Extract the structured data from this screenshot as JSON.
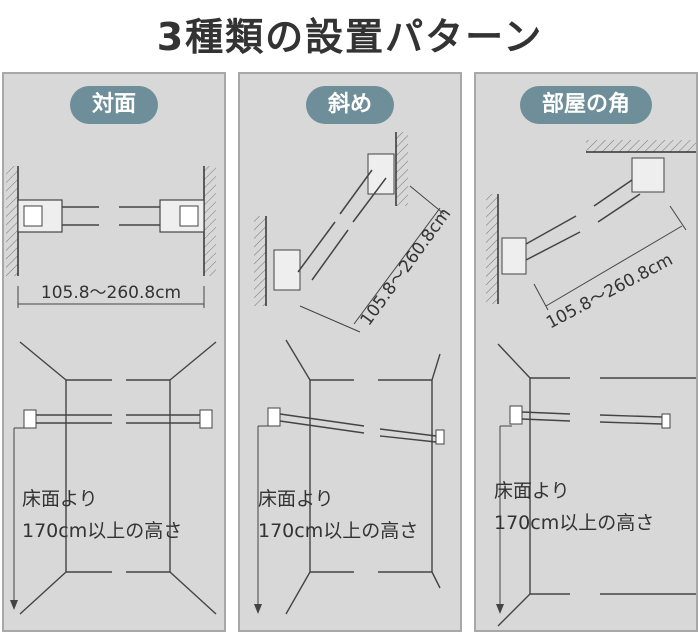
{
  "title": "3種類の設置パターン",
  "panels": [
    {
      "label": "対面",
      "dimension": "105.8～260.8cm",
      "note_line1": "床面より",
      "note_line2": "170cm以上の高さ"
    },
    {
      "label": "斜め",
      "dimension": "105.8～260.8cm",
      "note_line1": "床面より",
      "note_line2": "170cm以上の高さ"
    },
    {
      "label": "部屋の角",
      "dimension": "105.8～260.8cm",
      "note_line1": "床面より",
      "note_line2": "170cm以上の高さ"
    }
  ]
}
